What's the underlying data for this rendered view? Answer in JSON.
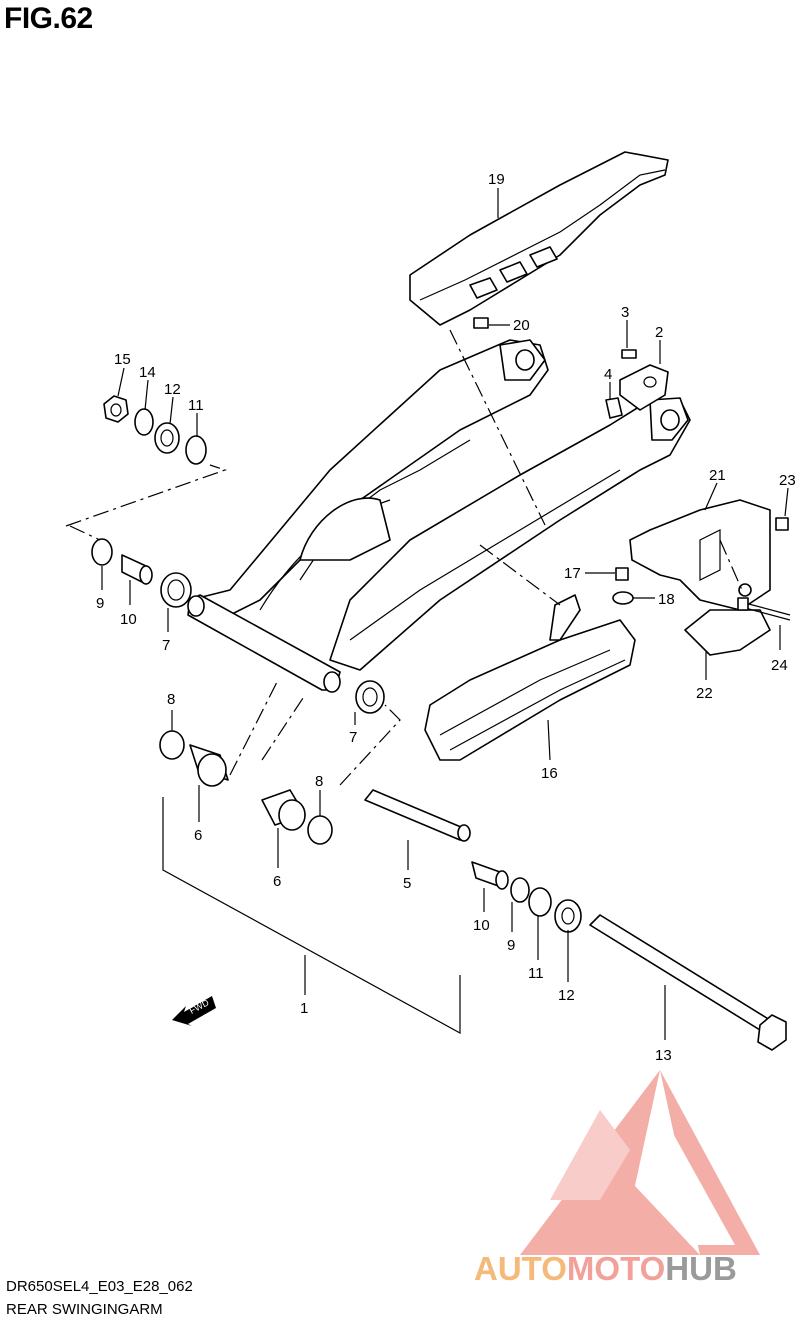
{
  "figure": {
    "title": "FIG.62"
  },
  "footer": {
    "code": "DR650SEL4_E03_E28_062",
    "title": "REAR SWINGINGARM"
  },
  "orientation": {
    "fwd_label": "FWD"
  },
  "watermark": {
    "part1": "AUTO",
    "part2": "MOTO",
    "part3": "HUB",
    "colors": {
      "auto": "#f5b97a",
      "moto": "#f3a09a",
      "hub": "#9a9a9a",
      "triangle": "#f3a09a"
    }
  },
  "callouts": [
    {
      "id": "p19",
      "text": "19"
    },
    {
      "id": "p20",
      "text": "20"
    },
    {
      "id": "p3",
      "text": "3"
    },
    {
      "id": "p2",
      "text": "2"
    },
    {
      "id": "p4",
      "text": "4"
    },
    {
      "id": "p15",
      "text": "15"
    },
    {
      "id": "p14",
      "text": "14"
    },
    {
      "id": "p12a",
      "text": "12"
    },
    {
      "id": "p11a",
      "text": "11"
    },
    {
      "id": "p21",
      "text": "21"
    },
    {
      "id": "p23",
      "text": "23"
    },
    {
      "id": "p17",
      "text": "17"
    },
    {
      "id": "p18",
      "text": "18"
    },
    {
      "id": "p9a",
      "text": "9"
    },
    {
      "id": "p10a",
      "text": "10"
    },
    {
      "id": "p7a",
      "text": "7"
    },
    {
      "id": "p24",
      "text": "24"
    },
    {
      "id": "p22",
      "text": "22"
    },
    {
      "id": "p8a",
      "text": "8"
    },
    {
      "id": "p7b",
      "text": "7"
    },
    {
      "id": "p16",
      "text": "16"
    },
    {
      "id": "p6a",
      "text": "6"
    },
    {
      "id": "p8b",
      "text": "8"
    },
    {
      "id": "p6b",
      "text": "6"
    },
    {
      "id": "p5",
      "text": "5"
    },
    {
      "id": "p10b",
      "text": "10"
    },
    {
      "id": "p9b",
      "text": "9"
    },
    {
      "id": "p11b",
      "text": "11"
    },
    {
      "id": "p12b",
      "text": "12"
    },
    {
      "id": "p1",
      "text": "1"
    },
    {
      "id": "p13",
      "text": "13"
    }
  ]
}
